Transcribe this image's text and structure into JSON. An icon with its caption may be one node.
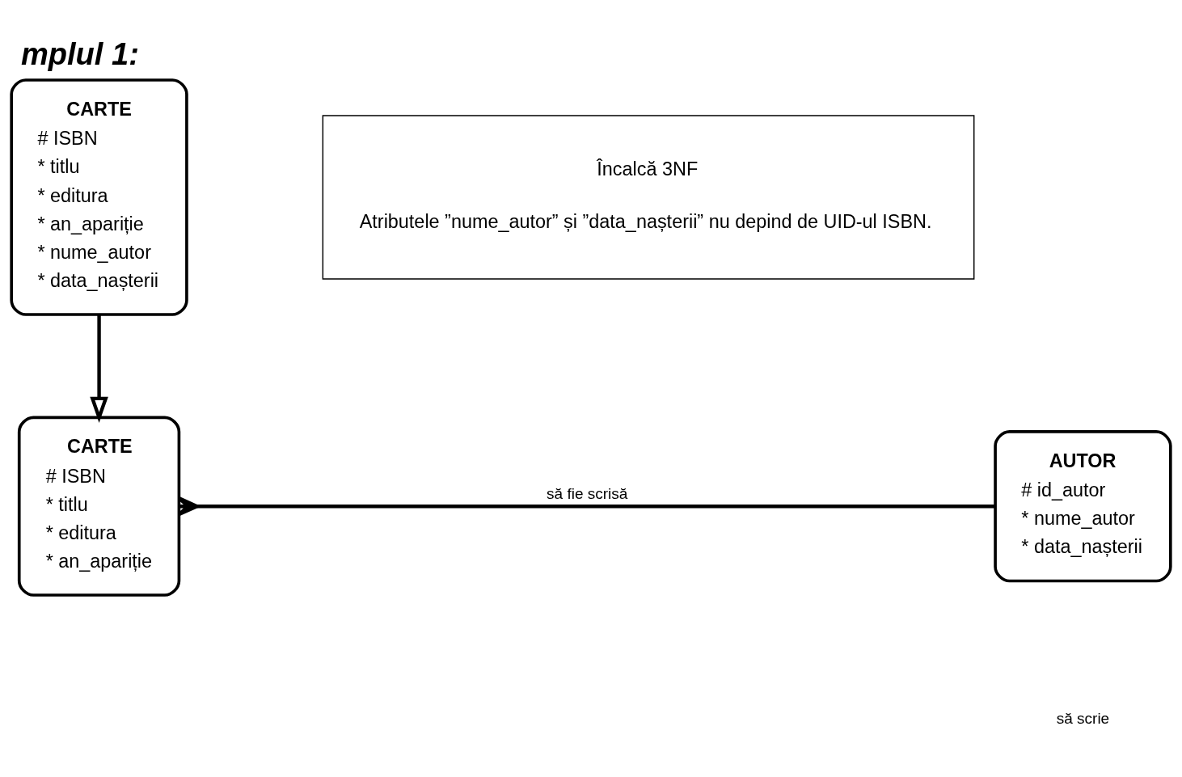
{
  "diagram": {
    "title": "mplul 1:",
    "nodes": [
      {
        "text": [
          "CARTE",
          "# ISBN",
          "* titlu",
          "* editura",
          "* an_apariție",
          "* nume_autor",
          "* data_nașterii"
        ]
      },
      {
        "text": [
          "Încalcă 3NF",
          "Atributele ”nume_autor” și ”data_nașterii” nu depind de UID-ul ISBN."
        ]
      },
      {
        "text": [
          "CARTE",
          "# ISBN",
          "* titlu",
          "* editura",
          "* an_apariție"
        ]
      },
      {
        "text": [
          "AUTOR",
          "# id_autor",
          "* nume_autor",
          "* data_nașterii"
        ]
      }
    ],
    "edges": [
      {
        "from": 0,
        "to": 2,
        "arrow": "to"
      },
      {
        "from": 2,
        "to": 3,
        "arrow": "other",
        "label": "să fie scrisă"
      }
    ],
    "labels": [
      "să scrie"
    ]
  }
}
